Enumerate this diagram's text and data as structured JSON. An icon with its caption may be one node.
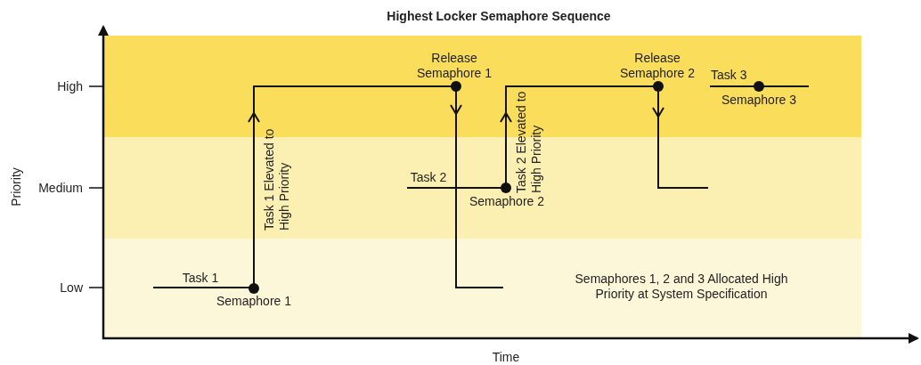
{
  "diagram": {
    "title": "Highest Locker Semaphore Sequence",
    "labels": [
      "High",
      "Medium",
      "Low",
      "Priority",
      "Release Semaphore 1",
      "Release Semaphore 2",
      "Task 3",
      "Semaphore 3",
      "Task 1 Elevated to High Priority",
      "Task 2 Elevated to High Priority",
      "Task 2",
      "Semaphore 2",
      "Task 1",
      "Semaphore 1",
      "Semaphores 1, 2 and 3 Allocated High Priority at System Specification",
      "Time"
    ]
  }
}
